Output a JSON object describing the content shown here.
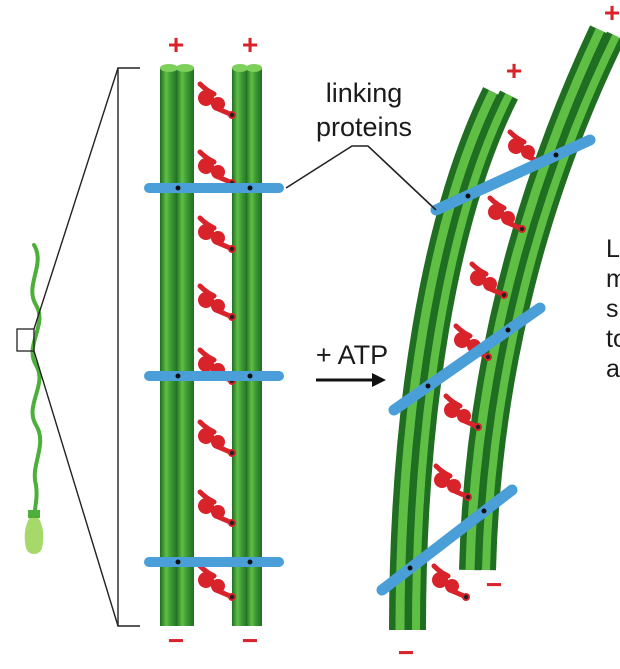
{
  "labels": {
    "plus": "+",
    "minus": "−",
    "linking_proteins_line1": "linking",
    "linking_proteins_line2": "proteins",
    "atp": "+ ATP"
  },
  "side_text": [
    "Li",
    "m",
    "sl",
    "to",
    "ac"
  ],
  "colors": {
    "microtubule_dark": "#2f8a2c",
    "microtubule_light": "#6cc24a",
    "dynein_red": "#d8232a",
    "linker_blue": "#4a9fd8",
    "sperm_green": "#6cc24a",
    "sperm_head": "#a6d86a"
  },
  "icons": {
    "sperm": "sperm-cell-icon",
    "arrow": "right-arrow-icon"
  }
}
